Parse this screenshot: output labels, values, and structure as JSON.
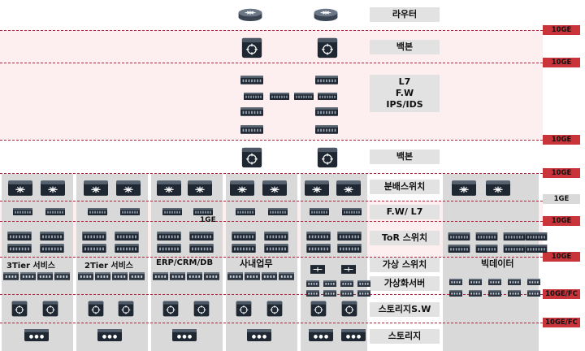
{
  "layers": {
    "router": "라우터",
    "backbone_top": "백본",
    "l7_fw_ips": [
      "L7",
      "F.W",
      "IPS/IDS"
    ],
    "backbone_bottom": "백본",
    "distribution_switch": "분배스위치",
    "fw_l7": "F.W/ L7",
    "tor_switch": "ToR 스위치",
    "virtual_switch": "가상 스위치",
    "virtual_server": "가상화서버",
    "storage_switch": "스토리지S.W",
    "storage": "스토리지"
  },
  "links": {
    "uplink_1": "10GE",
    "uplink_2": "10GE",
    "uplink_3": "10GE",
    "uplink_4": "10GE",
    "dist_1ge": "1GE",
    "tor_10ge": "10GE",
    "tor_1ge": "1GE",
    "vs_10ge": "10GE",
    "fc_1": "10GE/FC",
    "fc_2": "10GE/FC"
  },
  "services": {
    "three_tier": "3Tier 서비스",
    "two_tier": "2Tier 서비스",
    "erp": "ERP/CRM/DB",
    "internal": "사내업무",
    "bigdata": "빅데이터"
  },
  "colors": {
    "divider": "#b0203a",
    "tag_red": "#c9333a",
    "tag_gray": "#d9d9d9",
    "band_pink": "#fdeef0",
    "label_bg": "#e2e2e2",
    "device_dark": "#1e2732"
  }
}
